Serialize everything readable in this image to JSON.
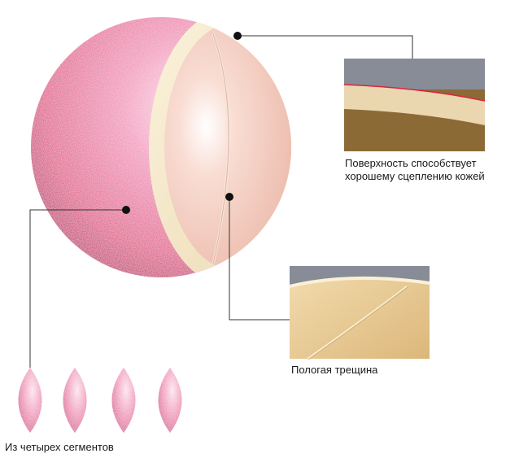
{
  "labels": {
    "surface": [
      "Поверхность способствует",
      "хорошему сцеплению кожей"
    ],
    "crack": "Пологая трещина",
    "segments": "Из четырех сегментов"
  },
  "colors": {
    "pink": "#e05a8e",
    "shell": "#f3e6c8",
    "inner": "#f2cbbf",
    "crack_tan": "#e4c48f",
    "header_gray": "#878c97",
    "surface_dark": "#8c6a36",
    "red_line": "#e02040",
    "leader": "#333333"
  },
  "icons": {
    "pointer_dot": "black-circle",
    "segment": "lens-shape"
  }
}
